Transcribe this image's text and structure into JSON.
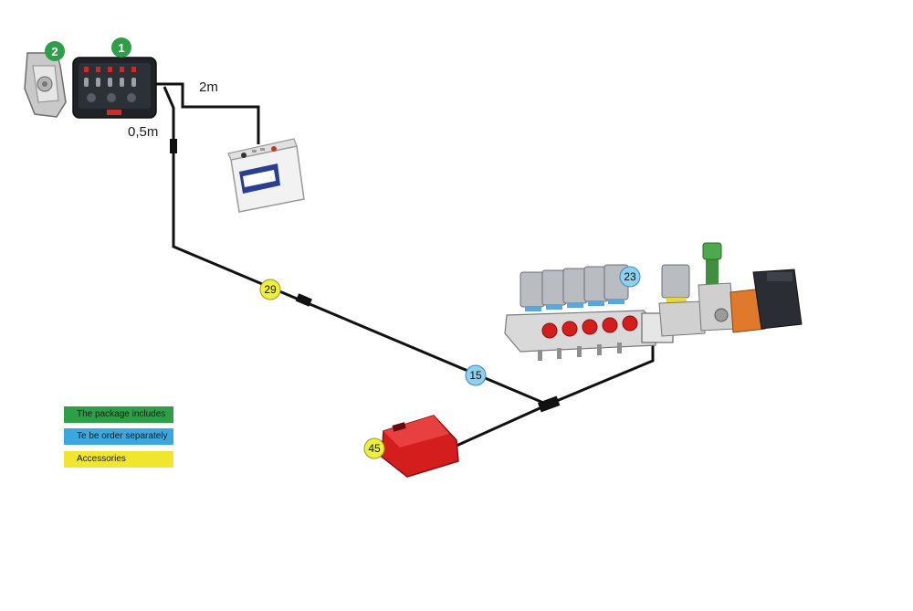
{
  "labels": {
    "cable_battery": "2m",
    "cable_short": "0,5m"
  },
  "badges": {
    "b1": "1",
    "b2": "2",
    "b23": "23",
    "b29": "29",
    "b15": "15",
    "b45": "45"
  },
  "legend": {
    "included": "The package includes",
    "separate": "Te be order separately",
    "accessories": "Accessories"
  },
  "colors": {
    "included": "#2f9e49",
    "separate": "#3aa8de",
    "accessories": "#f0e62e",
    "badge_green": "#2f9e49",
    "badge_blue": "#8fd0ef",
    "badge_yellow": "#eef03a",
    "red_part": "#d41e1e"
  }
}
